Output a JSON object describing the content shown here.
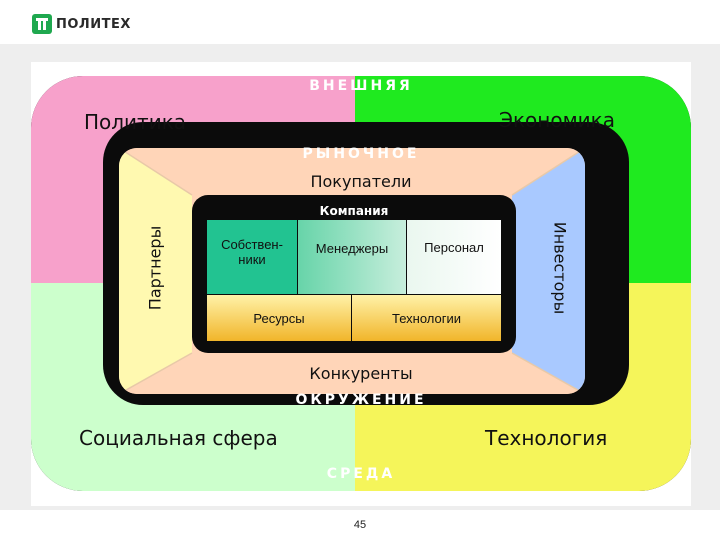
{
  "header": {
    "logo_icon": "politekh-logo-icon",
    "logo_text": "ПОЛИТЕХ"
  },
  "diagram": {
    "outer_top": "ВНЕШНЯЯ",
    "outer_bottom": "СРЕДА",
    "quadrants": {
      "top_left": "Политика",
      "top_right": "Экономика",
      "bottom_left": "Социальная сфера",
      "bottom_right": "Технология"
    },
    "market_top": "РЫНОЧНОЕ",
    "market_bottom": "ОКРУЖЕНИЕ",
    "market_sides": {
      "top": "Покупатели",
      "bottom": "Конкуренты",
      "left": "Партнеры",
      "right": "Инвесторы"
    },
    "company": {
      "title": "Компания",
      "owners_line1": "Собствен-",
      "owners_line2": "ники",
      "managers": "Менеджеры",
      "personnel": "Персонал",
      "resources": "Ресурсы",
      "technologies": "Технологии"
    },
    "colors": {
      "politics": "#f7a1cb",
      "economy": "#1fea1f",
      "social": "#ccffcc",
      "technology": "#f5f55a",
      "buyers": "#ffd5b8",
      "partners": "#fff9b0",
      "investors": "#a9c9ff"
    }
  },
  "footer": {
    "page_number": "45"
  }
}
